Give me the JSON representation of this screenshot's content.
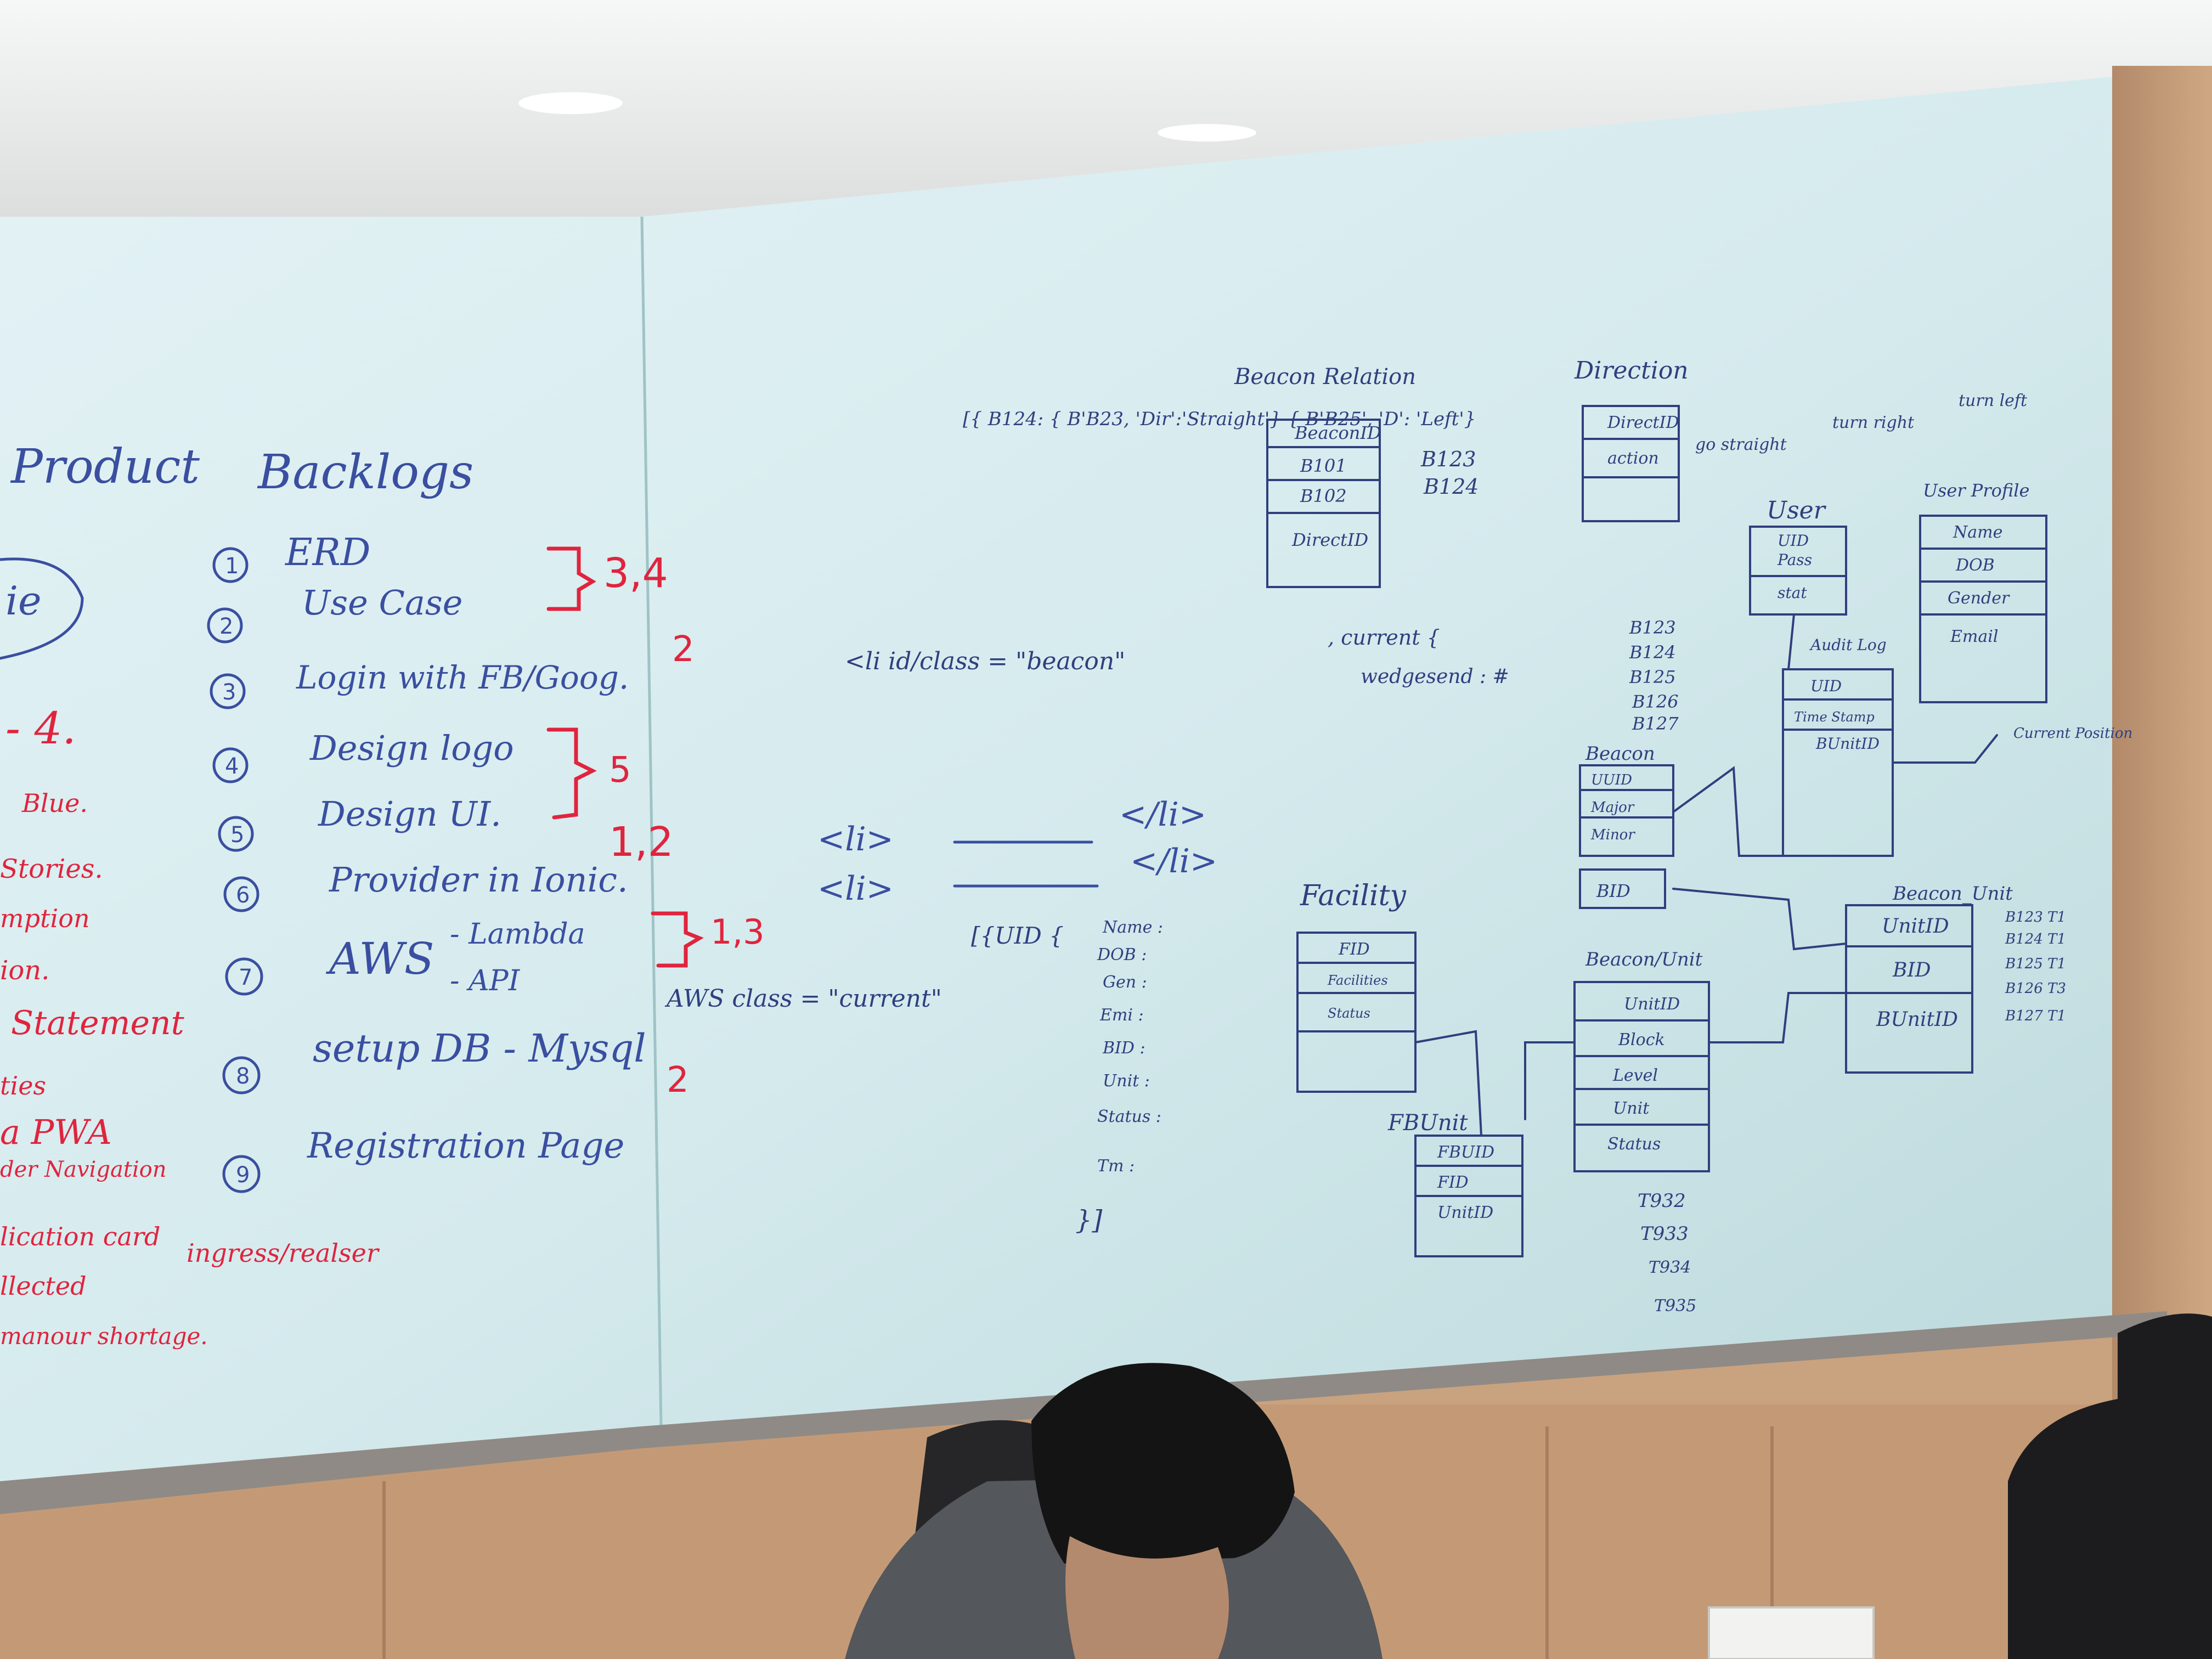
{
  "board": {
    "title_left": "Product",
    "title_right": "Backlogs",
    "bubble_fragment": "ie",
    "backlog_items": [
      {
        "num": "1",
        "label": "ERD"
      },
      {
        "num": "2",
        "label": "Use Case"
      },
      {
        "num": "3",
        "label": "Login with FB/Goog."
      },
      {
        "num": "4",
        "label": "Design logo"
      },
      {
        "num": "5",
        "label": "Design UI."
      },
      {
        "num": "6",
        "label": "Provider in Ionic."
      },
      {
        "num": "7",
        "label": "AWS"
      },
      {
        "num": "8",
        "label": "setup DB - Mysql"
      },
      {
        "num": "9",
        "label": "Registration Page"
      }
    ],
    "aws_sub": [
      "- Lambda",
      "- API"
    ],
    "estimates": [
      "3,4",
      "2",
      "5",
      "1,2",
      "1,3",
      "2"
    ],
    "red_notes": [
      "- 4.",
      "Blue.",
      "Stories.",
      "mption",
      "ion.",
      "Statement",
      "ties",
      "a PWA",
      "der Navigation",
      "lication card",
      "llected",
      "ingress/realser",
      "manour shortage."
    ],
    "code": {
      "beacon_relation": "Beacon Relation",
      "json_line": "[{ B124: { B'B23, 'Dir':'Straight'} { B'B25', 'D': 'Left'}",
      "li_id": "<li id/class = \"beacon\"",
      "li_1": "<li>",
      "li_1_end": "</li>",
      "li_2": "<li>",
      "li_2_end": "</li>",
      "aws_class": "AWS class = \"current\"",
      "uid_block": "[{UID {",
      "user_fields": [
        "Name :",
        "DOB :",
        "Gen :",
        "Emi :",
        "BID :",
        "Unit :",
        "Status :",
        "Tm :"
      ],
      "close": "}]",
      "current": ", current {",
      "wedge": "wedgesend : #",
      "beacon_codes": [
        "B123",
        "B124",
        "B125",
        "B126",
        "B127"
      ]
    },
    "erd": {
      "direction": "Direction",
      "direction_fields": [
        "DirectID",
        "action"
      ],
      "directions": [
        "go straight",
        "turn right",
        "turn left"
      ],
      "beacon_tbl": [
        "BeaconID",
        "B101",
        "B102",
        "DirectID"
      ],
      "beacon_pair": [
        "B123",
        "B124"
      ],
      "user": "User",
      "user_fields": [
        "UID",
        "Pass",
        "stat"
      ],
      "user_profile": "User Profile",
      "profile_fields": [
        "Name",
        "DOB",
        "Gender",
        "Email"
      ],
      "audit": "Audit Log",
      "audit_fields": [
        "UID",
        "Time Stamp",
        "BUnitID"
      ],
      "current_pos": "Current Position",
      "beacon": "Beacon",
      "beacon_fields": [
        "UUID",
        "Major",
        "Minor"
      ],
      "bid": "BID",
      "facility": "Facility",
      "facility_fields": [
        "FID",
        "Facilities",
        "Status"
      ],
      "bunit": "Beacon/Unit",
      "bunit_fields": [
        "UnitID",
        "Block",
        "Level",
        "Unit",
        "Status"
      ],
      "fbunit": "FBUnit",
      "fbunit_fields": [
        "FBUID",
        "FID",
        "UnitID"
      ],
      "beacon_unit": "Beacon_Unit",
      "bu_fields": [
        "UnitID",
        "BID",
        "BUnitID"
      ],
      "bu_codes": [
        "B123 T1",
        "B124 T1",
        "B125 T1",
        "B126 T3",
        "B127 T1"
      ],
      "tu_codes": [
        "T932",
        "T933",
        "T934",
        "T935"
      ]
    }
  }
}
